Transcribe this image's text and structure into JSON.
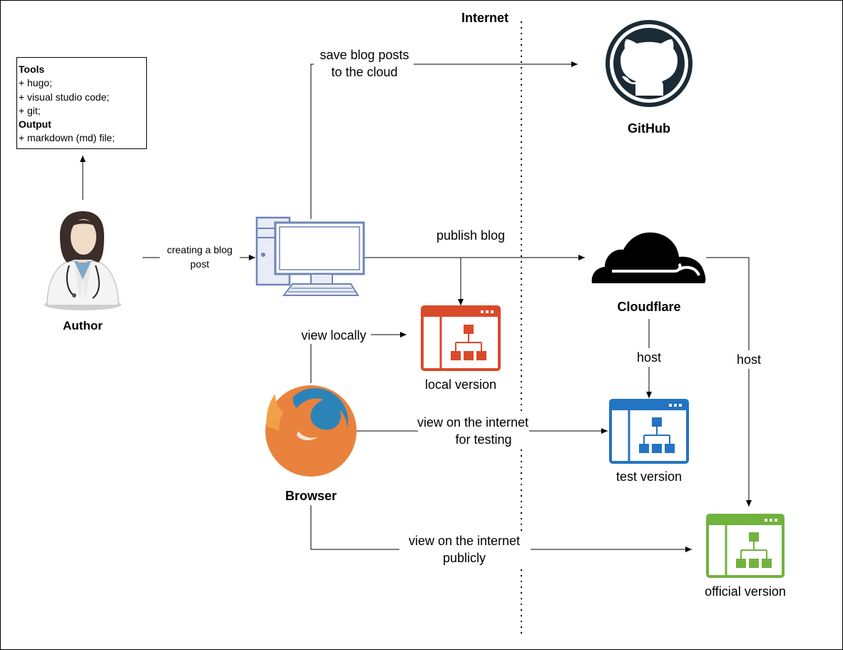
{
  "nodes": {
    "internet": "Internet",
    "author": "Author",
    "github": "GitHub",
    "cloudflare": "Cloudflare",
    "browser": "Browser",
    "local_version": "local version",
    "test_version": "test version",
    "official_version": "official version"
  },
  "tools_box": {
    "tools_heading": "Tools",
    "tools": [
      "+ hugo;",
      "+ visual studio code;",
      "+ git;"
    ],
    "output_heading": "Output",
    "outputs": [
      "+ markdown (md) file;"
    ]
  },
  "edges": {
    "creating_post": [
      "creating a blog",
      "post"
    ],
    "save_cloud": [
      "save blog posts",
      "to the cloud"
    ],
    "publish": "publish blog",
    "view_locally": "view locally",
    "view_testing": [
      "view on the internet",
      "for testing"
    ],
    "view_publicly": [
      "view on the internet",
      "publicly"
    ],
    "host_test": "host",
    "host_official": "host"
  },
  "colors": {
    "local": "#d94a2b",
    "test": "#2374c2",
    "official": "#72b23f",
    "computer": "#6f84b5",
    "github": "#1b2b36"
  }
}
